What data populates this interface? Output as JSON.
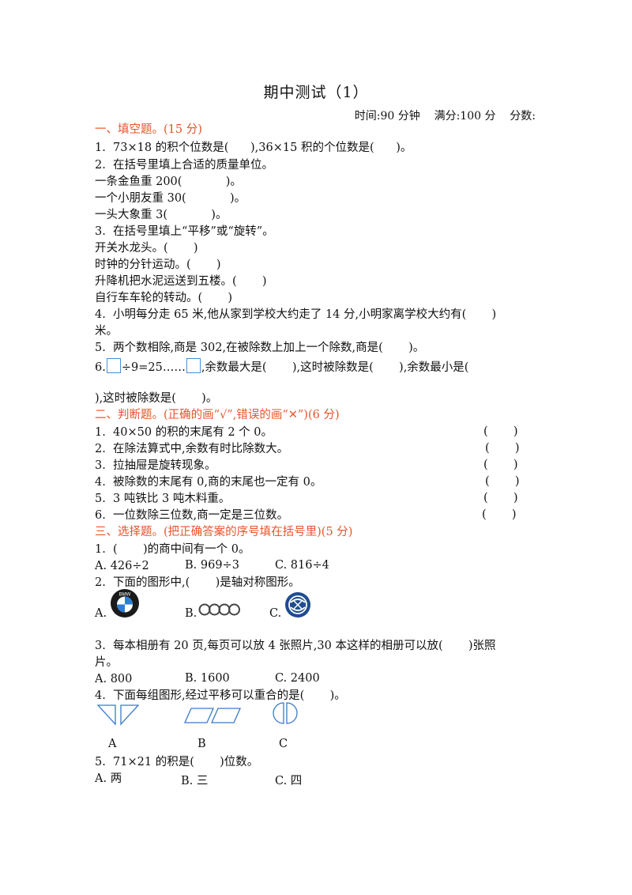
{
  "title": "期中测试（1）",
  "meta": "时间:90 分钟    满分:100 分    分数:",
  "s1": {
    "heading": "一、填空题。(15 分)",
    "q1": "1.  73×18 的积个位数是(      ),36×15 积的个位数是(      )。",
    "q2": "2.  在括号里填上合适的质量单位。",
    "q2a": "一条金鱼重 200(            )。",
    "q2b": "一个小朋友重 30(            )。",
    "q2c": "一头大象重 3(            )。",
    "q3": "3.  在括号里填上“平移”或“旋转”。",
    "q3a": "开关水龙头。(       )",
    "q3b": "时钟的分针运动。(       )",
    "q3c": "升降机把水泥运送到五楼。(       )",
    "q3d": "自行车车轮的转动。(       )",
    "q4a": "4.  小明每分走 65 米,他从家到学校大约走了 14 分,小明家离学校大约有(       )",
    "q4b": "米。",
    "q5": "5.  两个数相除,商是 302,在被除数上加上一个除数,商是(       )。",
    "q6_num": "6.",
    "q6_mid": "÷9=25……",
    "q6_rest": ",余数最大是(       ),这时被除数是(       ),余数最小是(",
    "q6b": "),这时被除数是(       )。"
  },
  "s2": {
    "heading": "二、判断题。(正确的画“√”,错误的画“✕”)(6 分)",
    "items": [
      "1.  40×50 的积的末尾有 2 个 0。",
      "2.  在除法算式中,余数有时比除数大。",
      "3.  拉抽屉是旋转现象。",
      "4.  被除数的末尾有 0,商的末尾也一定有 0。",
      "5.  3 吨铁比 3 吨木料重。",
      "6.  一位数除三位数,商一定是三位数。"
    ],
    "mark": "(       )"
  },
  "s3": {
    "heading": "三、选择题。(把正确答案的序号填在括号里)(5 分)",
    "q1": "1.  (       )的商中间有一个 0。",
    "q1a": "A. 426÷2",
    "q1b": "B. 969÷3",
    "q1c": "C. 816÷4",
    "q2": "2.  下面的图形中,(       )是轴对称图形。",
    "q2a": "A.",
    "q2b": "B.",
    "q2c": "C.",
    "bmw_text": "BMW",
    "q3a": "3.  每本相册有 20 页,每页可以放 4 张照片,30 本这样的相册可以放(       )张照",
    "q3b": "片。",
    "q3opt_a": "A. 800",
    "q3opt_b": "B. 1600",
    "q3opt_c": "C. 2400",
    "q4": "4.  下面每组图形,经过平移可以重合的是(       )。",
    "q4a": "A",
    "q4b": "B",
    "q4c": "C",
    "q5": "5.  71×21 的积是(       )位数。",
    "q5a": "A. 两",
    "q5b": "B. 三",
    "q5c": "C. 四"
  },
  "colors": {
    "section": "#e8542a",
    "box": "#4a90d9",
    "shape": "#3a7bc8"
  }
}
